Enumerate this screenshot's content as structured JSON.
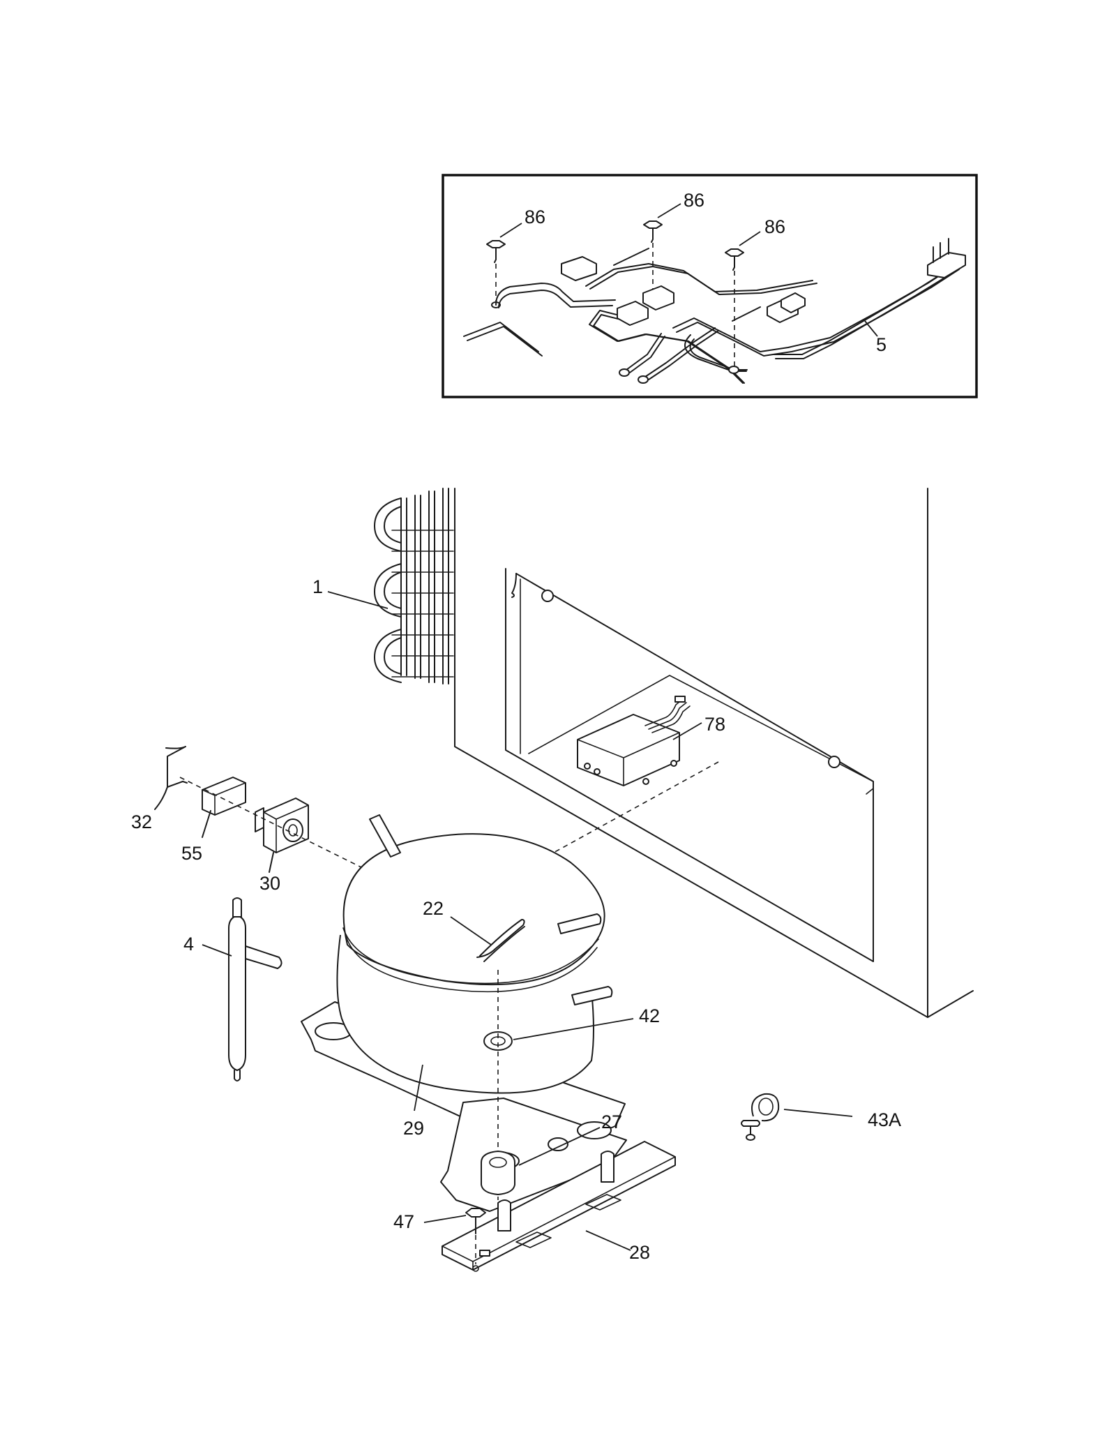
{
  "callouts": {
    "screw_a": "86",
    "screw_b": "86",
    "screw_c": "86",
    "power_cord": "5",
    "condenser": "1",
    "control_box": "78",
    "clip": "32",
    "relay": "55",
    "overload": "30",
    "drier": "4",
    "compressor_clip": "22",
    "grommet": "42",
    "compressor": "29",
    "mount": "27",
    "clamp": "43A",
    "screw_bracket": "47",
    "bracket": "28"
  }
}
